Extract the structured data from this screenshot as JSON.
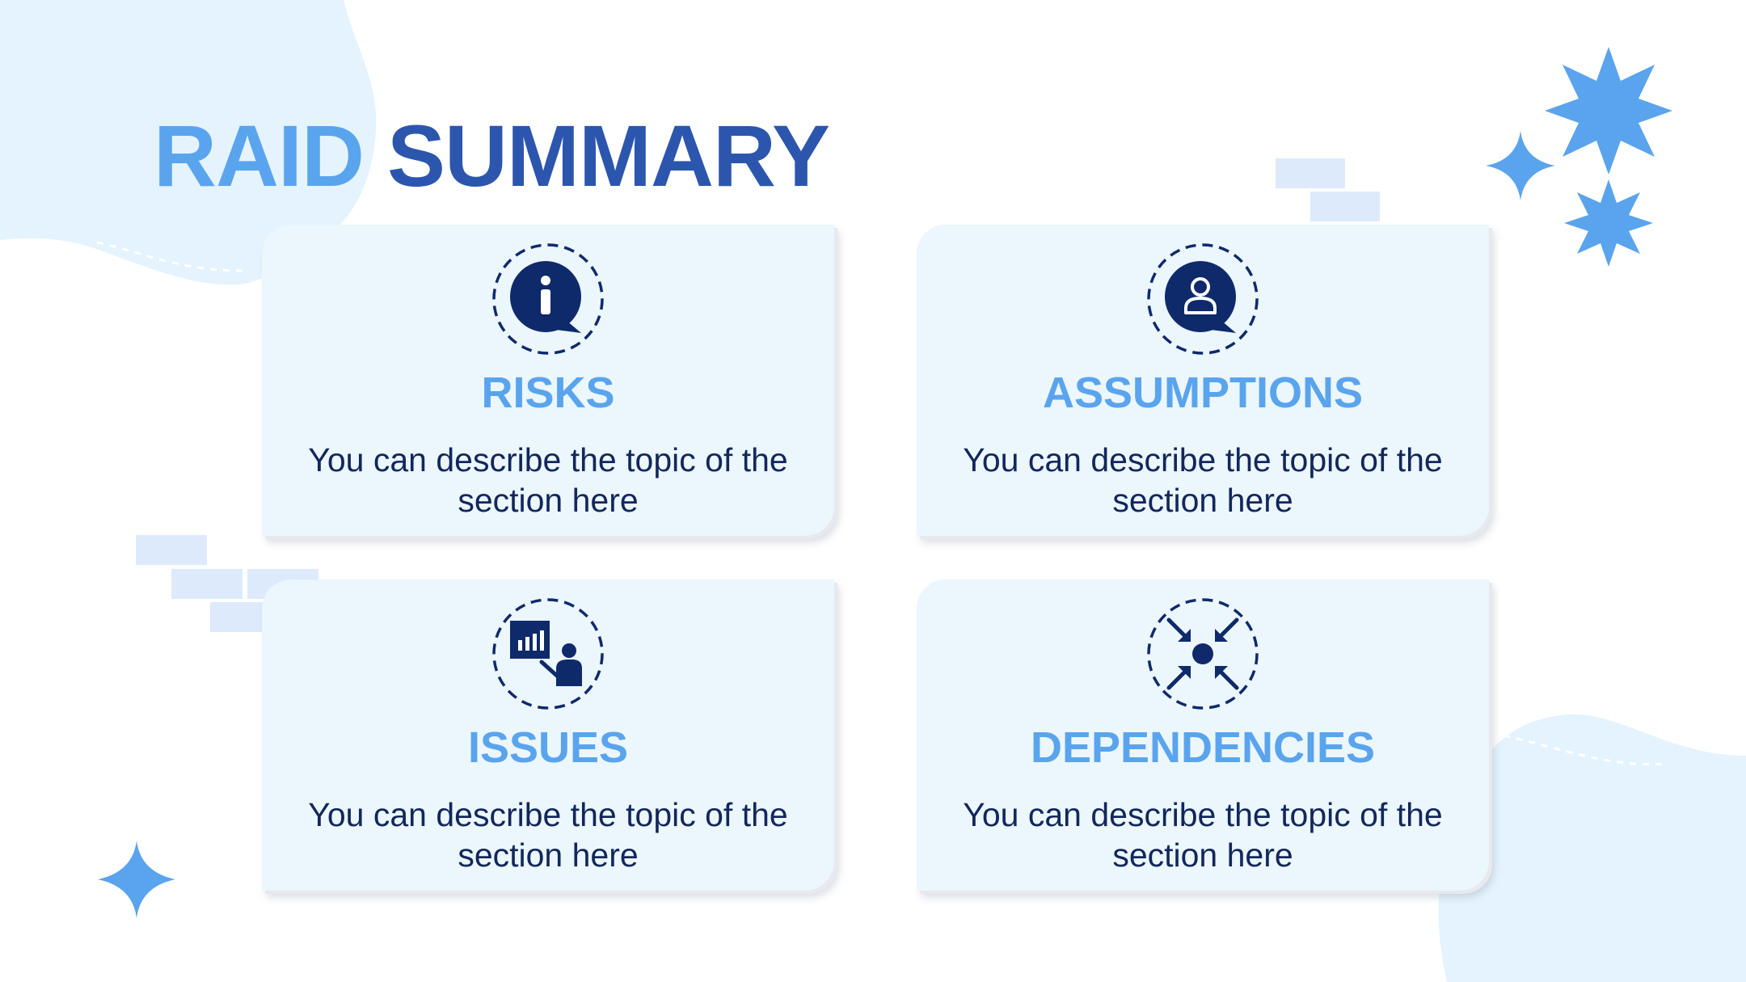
{
  "title": {
    "part1": "RAID",
    "part2": "SUMMARY"
  },
  "colors": {
    "accent_light": "#5aa4ee",
    "accent_dark": "#2c56ae",
    "navy": "#0f2a6b",
    "card_bg": "#ebf6fd",
    "blob": "#e4f3fd"
  },
  "cards": [
    {
      "title": "RISKS",
      "description": "You can describe the topic of the section here",
      "icon": "info-speech-bubble-icon"
    },
    {
      "title": "ASSUMPTIONS",
      "description": "You can describe the topic of the section here",
      "icon": "person-speech-bubble-icon"
    },
    {
      "title": "ISSUES",
      "description": "You can describe the topic of the section here",
      "icon": "presentation-chart-icon"
    },
    {
      "title": "DEPENDENCIES",
      "description": "You can describe the topic of the section here",
      "icon": "converging-arrows-icon"
    }
  ]
}
